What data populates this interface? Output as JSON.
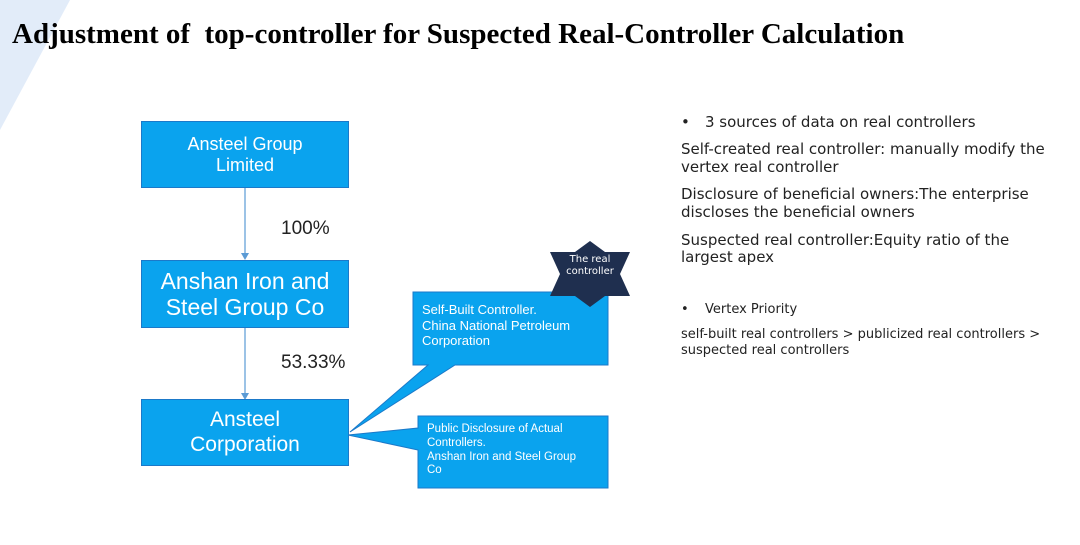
{
  "title": "Adjustment of  top-controller for Suspected Real-Controller Calculation",
  "nodes": {
    "top_line1": "Ansteel Group",
    "top_line2": "Limited",
    "mid_line1": "Anshan Iron and",
    "mid_line2": "Steel Group Co",
    "bottom_line1": "Ansteel",
    "bottom_line2": "Corporation"
  },
  "edges": {
    "pct_top": "100%",
    "pct_mid": "53.33%"
  },
  "callout_self_built": {
    "line1": "Self-Built Controller.",
    "line2": "China National Petroleum",
    "line3": "Corporation"
  },
  "callout_public": {
    "line1": "Public Disclosure of Actual",
    "line2": "Controllers.",
    "line3": "Anshan Iron and Steel Group",
    "line4": "Co"
  },
  "star_badge": {
    "line1": "The real",
    "line2": "controller"
  },
  "right_panel": {
    "bullet1": "3 sources of data on real controllers",
    "item1": "Self-created real controller: manually modify the vertex real controller",
    "item2": "Disclosure of beneficial owners:The enterprise discloses the beneficial owners",
    "item3": "Suspected real controller:Equity ratio of the largest apex",
    "bullet2": "Vertex Priority",
    "priority_text": "self-built real controllers > publicized real controllers > suspected real controllers"
  },
  "colors": {
    "node_fill": "#0aa3ee",
    "node_border": "#1b79c9",
    "star_fill": "#1f2f4f",
    "arrow": "#5b9bd5"
  }
}
